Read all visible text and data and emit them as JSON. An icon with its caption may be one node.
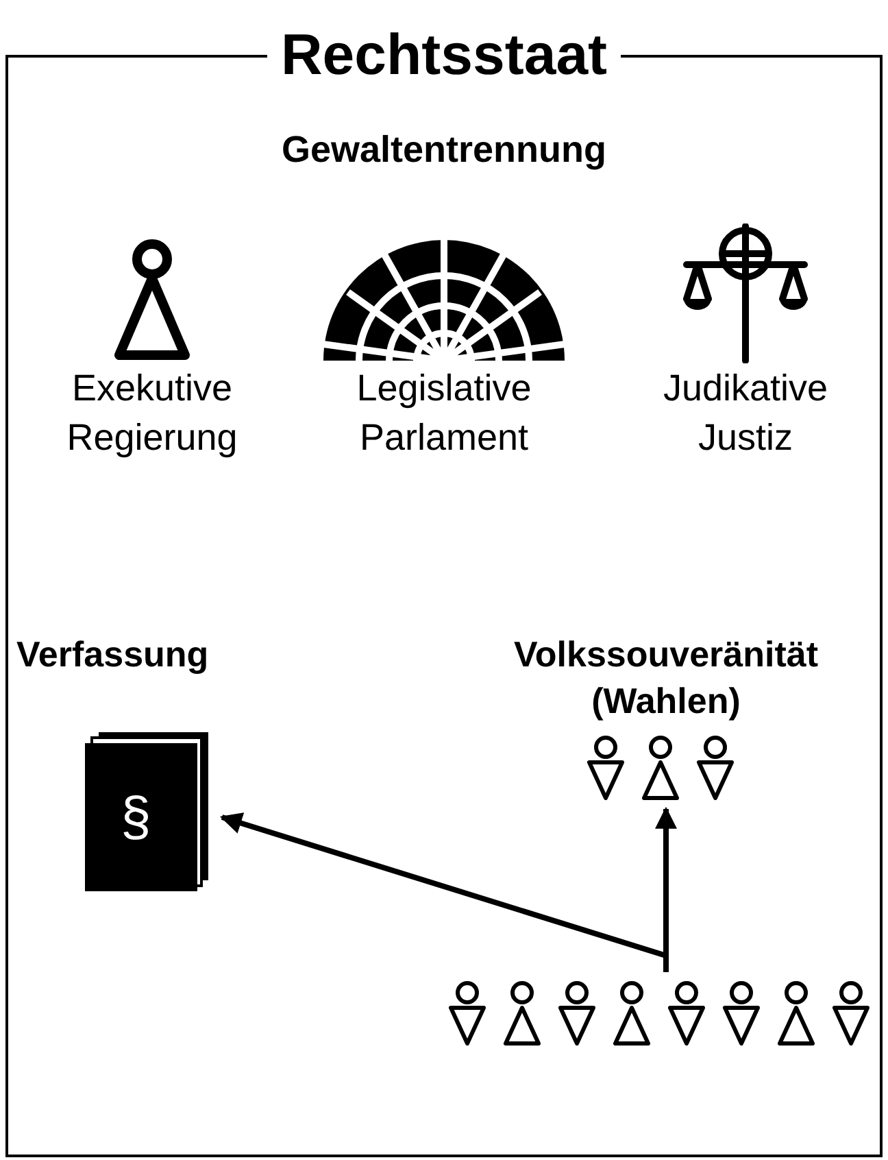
{
  "diagram": {
    "nodes": [
      {
        "text": [
          "Rechtsstaat"
        ]
      },
      {
        "text": [
          "Exekutive Regierung"
        ],
        "in": 0
      },
      {
        "text": [
          "Legislative Parlament"
        ],
        "in": 0
      },
      {
        "text": [
          "Judikative Justiz"
        ],
        "in": 0
      },
      {
        "text": [
          "Verfassung",
          "§"
        ],
        "in": 0
      },
      {
        "text": [
          "Volkssouveränität (Wahlen)"
        ],
        "in": 0
      },
      {
        "text": [],
        "shape": "person",
        "in": 0
      }
    ],
    "edges": [
      {
        "from": 6,
        "to": 4,
        "arrow": "to"
      },
      {
        "from": 6,
        "to": 5,
        "arrow": "to"
      }
    ],
    "labels": [
      "Gewaltentrennung"
    ]
  }
}
